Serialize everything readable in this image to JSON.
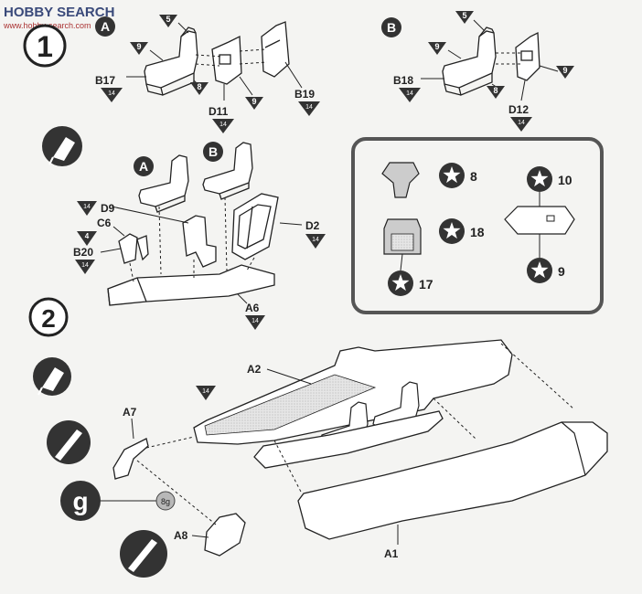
{
  "watermark": {
    "brand": "HOBBY SEARCH",
    "site": "www.hobby-search.com"
  },
  "steps": [
    {
      "number": "1"
    },
    {
      "number": "2"
    }
  ],
  "variants": [
    "A",
    "B"
  ],
  "paint_code": "14",
  "glue_code": "8g",
  "glue_symbol": "g",
  "part_labels": {
    "B17": "B17",
    "B18": "B18",
    "B19": "B19",
    "B20": "B20",
    "C6": "C6",
    "D2": "D2",
    "D9": "D9",
    "D11": "D11",
    "D12": "D12",
    "A1": "A1",
    "A2": "A2",
    "A6": "A6",
    "A7": "A7",
    "A8": "A8"
  },
  "paint_refs": [
    "5",
    "9",
    "8",
    "4",
    "14"
  ],
  "decal_numbers": [
    "8",
    "18",
    "17",
    "10",
    "9"
  ],
  "colors": {
    "line": "#222222",
    "paper": "#f4f4f2",
    "panel_border": "#555555",
    "mask_gray": "#dcdcdc",
    "star_fill": "#333333"
  }
}
